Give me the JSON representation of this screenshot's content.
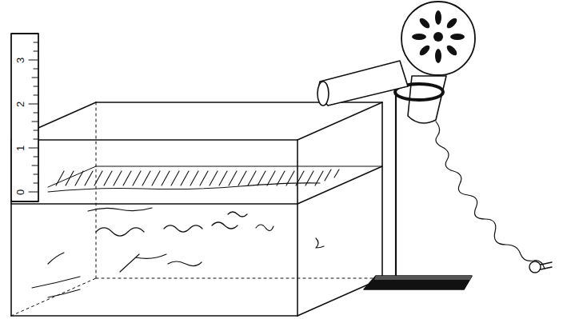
{
  "diagram": {
    "labels": [
      "3",
      "2",
      "1",
      "0"
    ]
  }
}
